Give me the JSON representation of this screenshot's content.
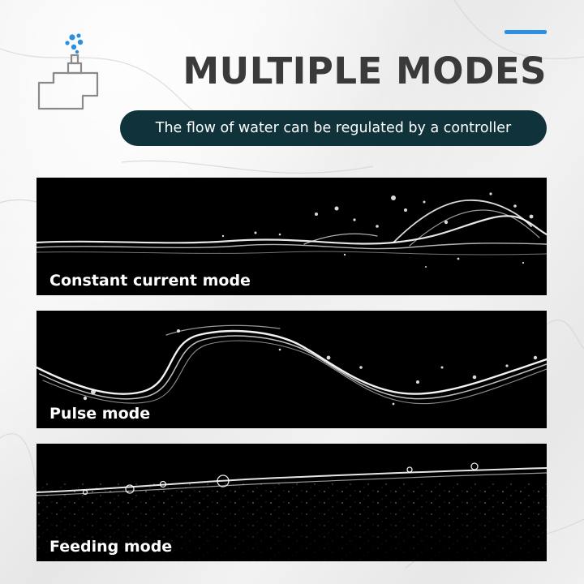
{
  "header": {
    "title": "MULTIPLE MODES",
    "subtitle": "The flow of water can be regulated by a controller",
    "accent_color": "#2d8fe0",
    "pill_color": "#10323b"
  },
  "icons": {
    "pump": "water-pump-icon"
  },
  "modes": [
    {
      "label": "Constant current mode"
    },
    {
      "label": "Pulse mode"
    },
    {
      "label": "Feeding mode"
    }
  ]
}
